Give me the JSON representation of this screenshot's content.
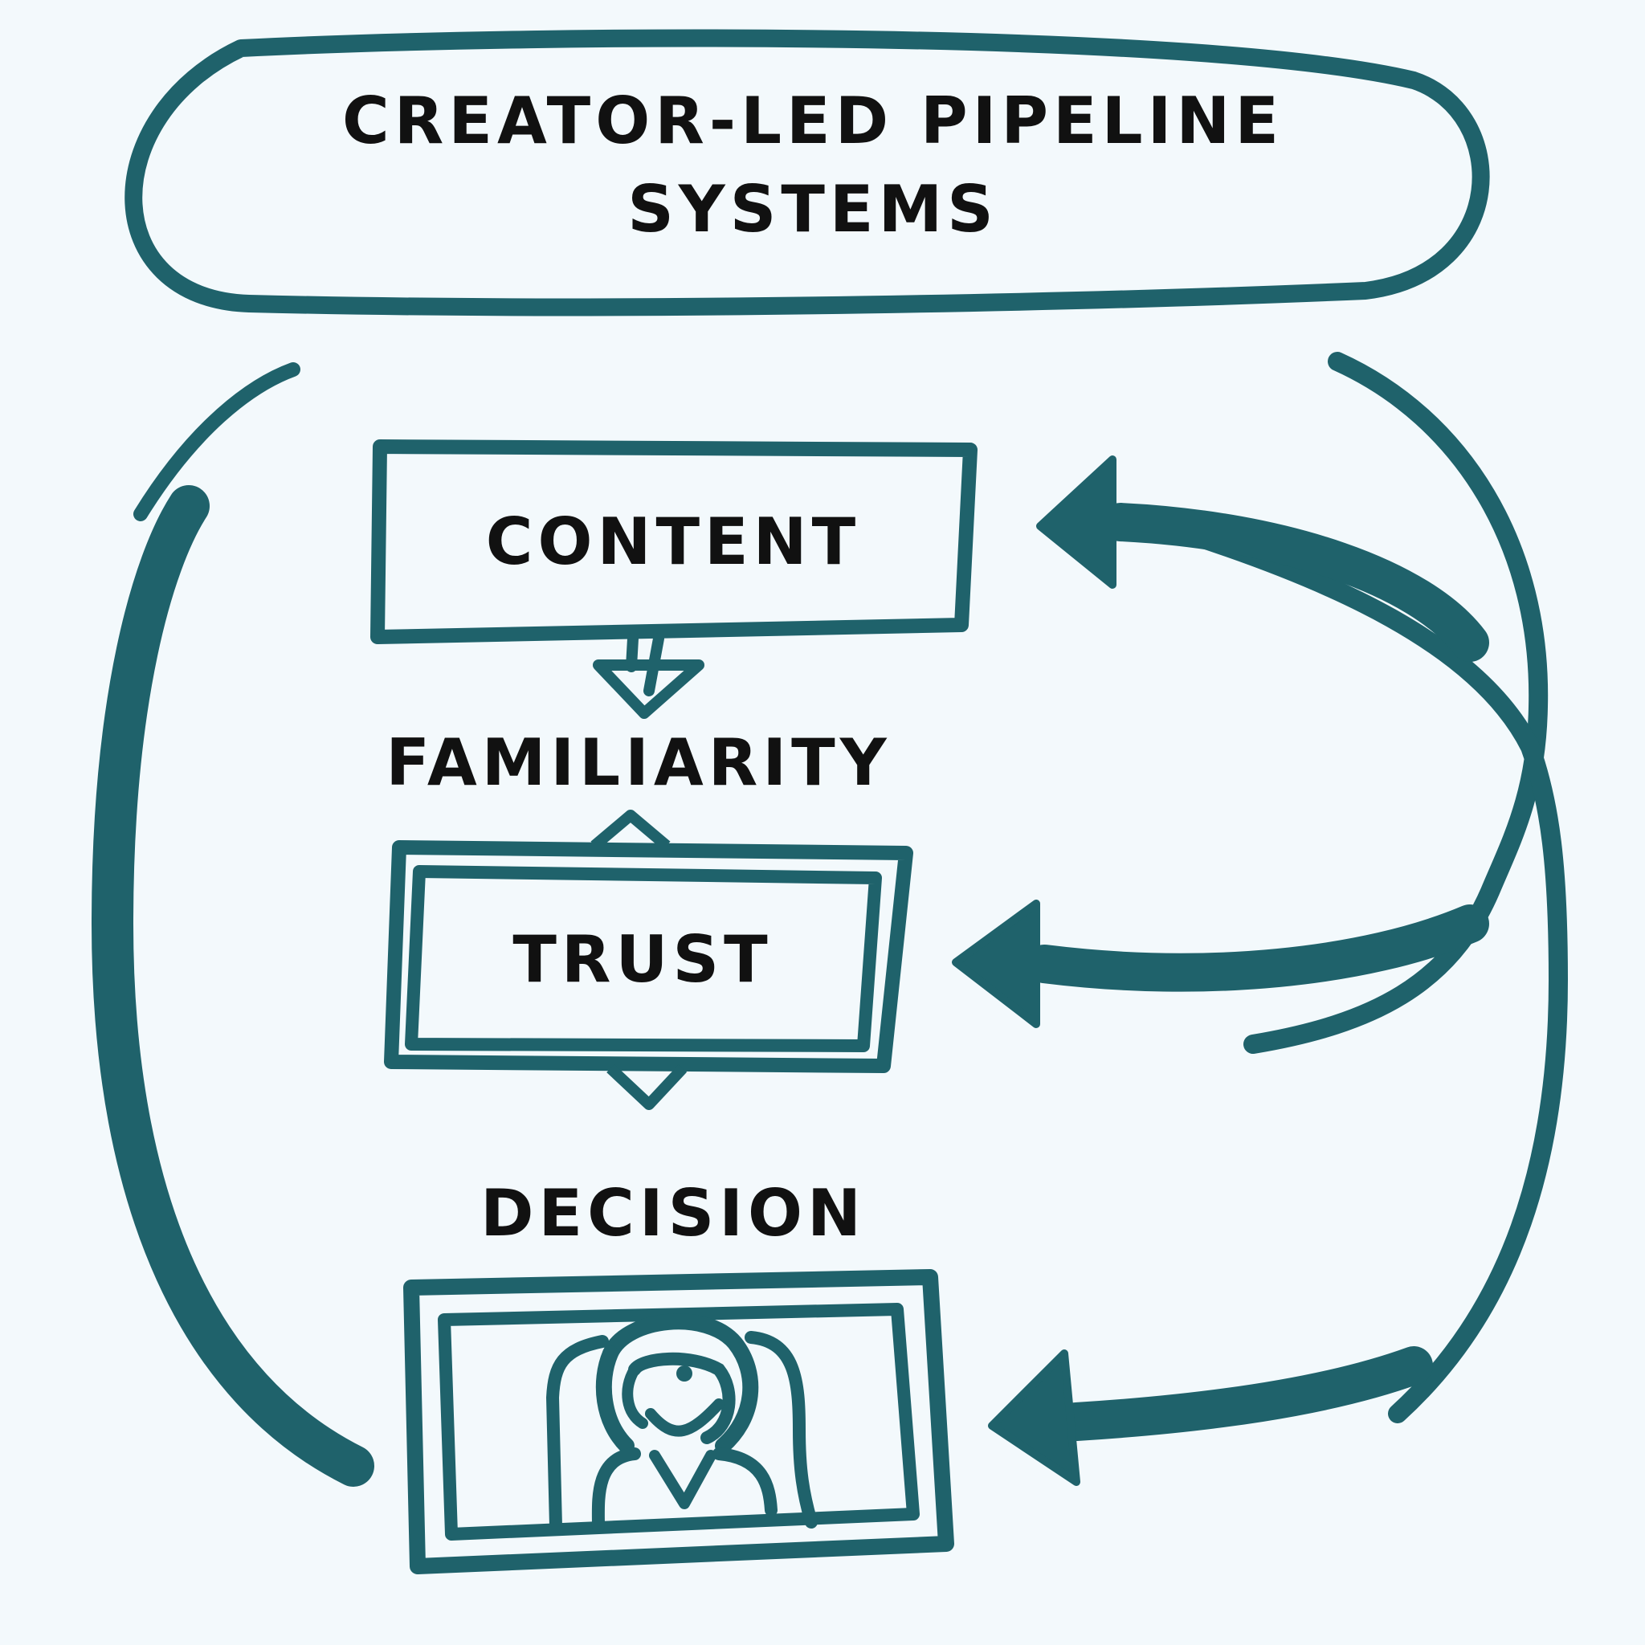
{
  "title": {
    "line1": "CREATOR-LED PIPELINE",
    "line2": "SYSTEMS"
  },
  "nodes": {
    "content": "CONTENT",
    "familiarity": "FAMILIARITY",
    "trust": "TRUST",
    "decision": "DECISION"
  },
  "icons": {
    "decision_frame": "person-in-frame-icon"
  },
  "colors": {
    "stroke": "#1f626b",
    "text": "#111111",
    "background": "#f3f9fc"
  }
}
